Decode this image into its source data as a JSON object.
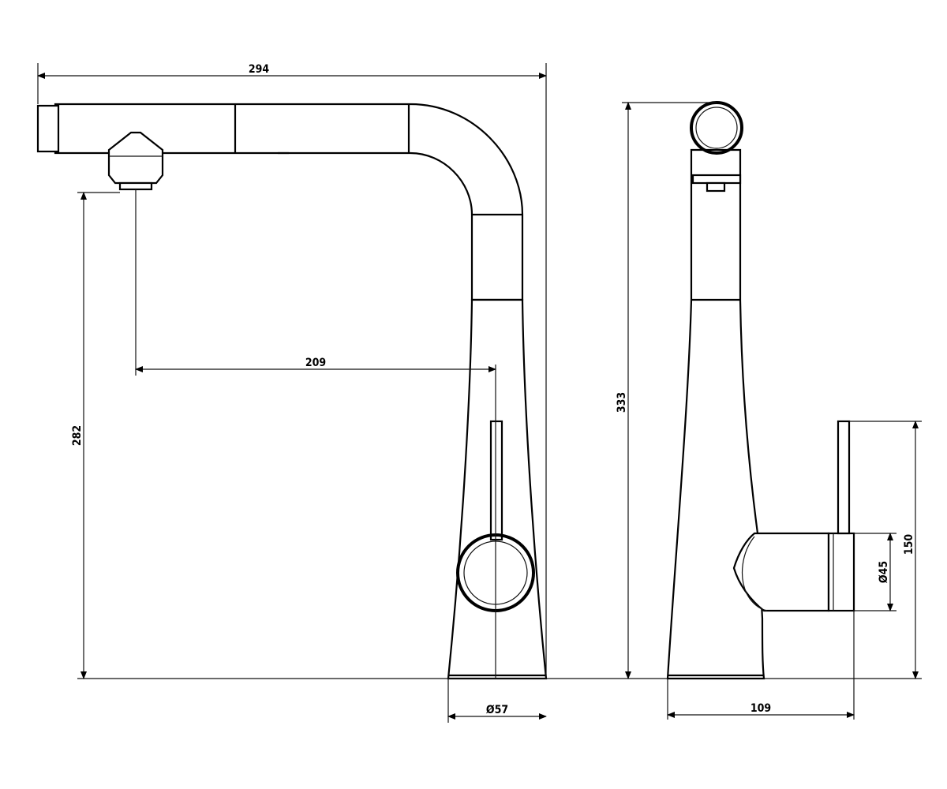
{
  "dimensions": {
    "total_width": "294",
    "reach": "209",
    "spout_height": "282",
    "base_diameter": "Ø57",
    "total_height": "333",
    "handle_height": "150",
    "handle_diameter": "Ø45",
    "base_depth": "109"
  }
}
